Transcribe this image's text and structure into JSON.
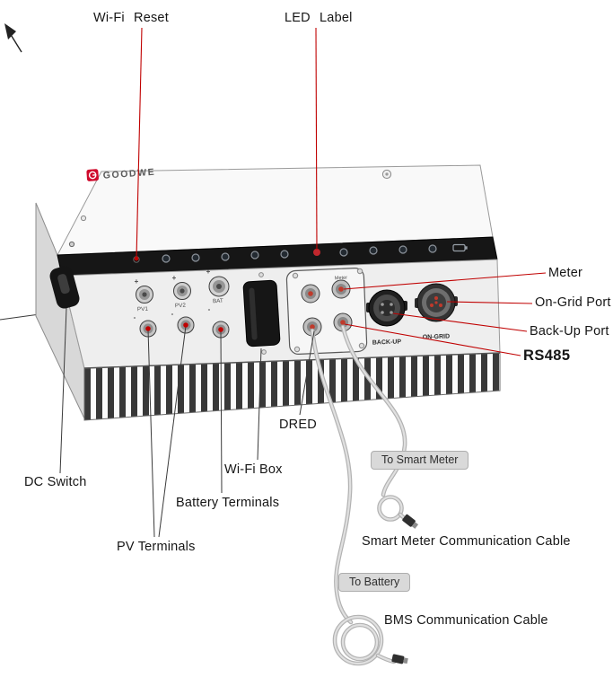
{
  "brand": {
    "logo_text": "GOODWE"
  },
  "callouts": {
    "wifi_reset": "Wi-Fi Reset",
    "led_label": "LED Label",
    "meter": "Meter",
    "on_grid_port": "On-Grid Port",
    "back_up_port": "Back-Up Port",
    "rs485": "RS485",
    "dred": "DRED",
    "dc_switch": "DC Switch",
    "wifi_box": "Wi-Fi Box",
    "battery_terminals": "Battery Terminals",
    "pv_terminals": "PV Terminals"
  },
  "cables": {
    "to_smart_meter_tag": "To Smart Meter",
    "smart_meter_cable_label": "Smart Meter Communication Cable",
    "to_battery_tag": "To Battery",
    "bms_cable_label": "BMS Communication Cable"
  },
  "ports": {
    "pv1": "PV1",
    "pv2": "PV2",
    "bat": "BAT",
    "meter_port": "Meter",
    "back_up": "BACK-UP",
    "on_grid": "ON-GRID",
    "plus": "+",
    "minus": "-"
  },
  "colors": {
    "callout_red": "#c00000",
    "callout_dark": "#3a3a3a",
    "cable_gray": "#c9c9c9",
    "led_band": "#161616",
    "logo_red": "#cf0a2c"
  }
}
